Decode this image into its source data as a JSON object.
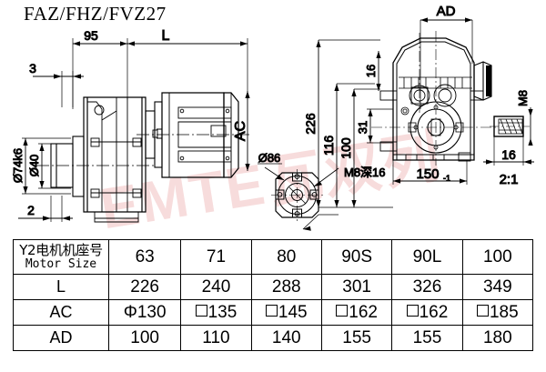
{
  "title": "FAZ/FHZ/FVZ27",
  "watermark": "EMTE瓦双列",
  "drawing": {
    "left_view": {
      "dims": {
        "d95": "95",
        "dL": "L",
        "d3": "3",
        "d2": "2",
        "dAC": "AC",
        "d74k6": "Ø74k6",
        "d40": "Ø40"
      }
    },
    "flange_detail": {
      "d86": "Ø86",
      "thread": "M8深16"
    },
    "right_view": {
      "dims": {
        "dAD": "AD",
        "d226": "226",
        "d116": "116",
        "d100": "100",
        "d31": "31",
        "d16": "16",
        "d150": "150",
        "d150sub": "-1"
      }
    },
    "key_detail": {
      "dM8": "M8",
      "d16": "16",
      "scale": "2:1"
    }
  },
  "table": {
    "row_labels": [
      "Y2电机机座号",
      "L",
      "AC",
      "AD"
    ],
    "row_label_en": "Motor Size",
    "motor_sizes": [
      "63",
      "71",
      "80",
      "90S",
      "90L",
      "100"
    ],
    "L": [
      "226",
      "240",
      "288",
      "301",
      "326",
      "349"
    ],
    "AC": [
      "Φ130",
      "135",
      "145",
      "162",
      "162",
      "185"
    ],
    "AC_prefix": [
      "phi",
      "square",
      "square",
      "square",
      "square",
      "square"
    ],
    "AD": [
      "100",
      "110",
      "140",
      "155",
      "155",
      "180"
    ]
  }
}
